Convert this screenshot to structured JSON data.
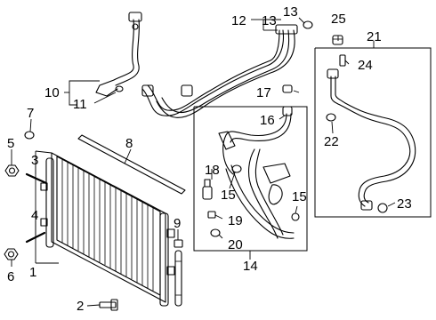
{
  "callouts": [
    {
      "id": "c1",
      "text": "1"
    },
    {
      "id": "c2",
      "text": "2"
    },
    {
      "id": "c3",
      "text": "3"
    },
    {
      "id": "c4",
      "text": "4"
    },
    {
      "id": "c5",
      "text": "5"
    },
    {
      "id": "c6",
      "text": "6"
    },
    {
      "id": "c7",
      "text": "7"
    },
    {
      "id": "c8",
      "text": "8"
    },
    {
      "id": "c9",
      "text": "9"
    },
    {
      "id": "c10",
      "text": "10"
    },
    {
      "id": "c11",
      "text": "11"
    },
    {
      "id": "c12",
      "text": "12"
    },
    {
      "id": "c13a",
      "text": "13"
    },
    {
      "id": "c13b",
      "text": "13"
    },
    {
      "id": "c14",
      "text": "14"
    },
    {
      "id": "c15a",
      "text": "15"
    },
    {
      "id": "c15b",
      "text": "15"
    },
    {
      "id": "c16",
      "text": "16"
    },
    {
      "id": "c17",
      "text": "17"
    },
    {
      "id": "c18",
      "text": "18"
    },
    {
      "id": "c19",
      "text": "19"
    },
    {
      "id": "c20",
      "text": "20"
    },
    {
      "id": "c21",
      "text": "21"
    },
    {
      "id": "c22",
      "text": "22"
    },
    {
      "id": "c23",
      "text": "23"
    },
    {
      "id": "c24",
      "text": "24"
    },
    {
      "id": "c25",
      "text": "25"
    }
  ]
}
